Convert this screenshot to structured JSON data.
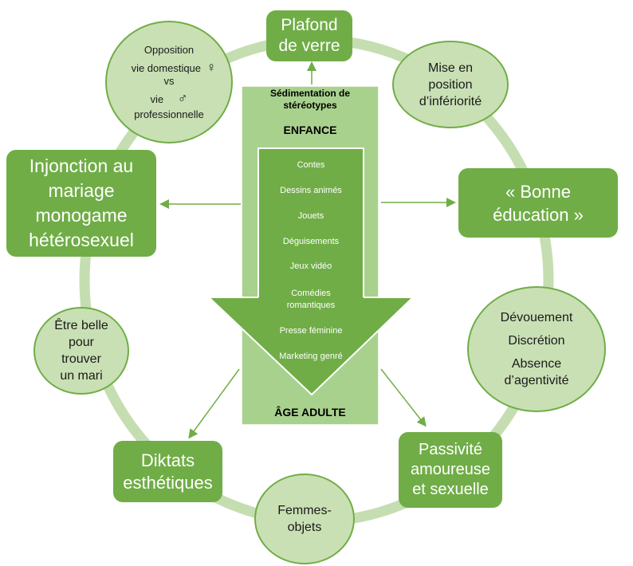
{
  "colors": {
    "box_green": "#70ad47",
    "circle_fill": "#c9e0b4",
    "ring": "#c5deb1",
    "column_fill": "#a9d18e",
    "inner_column": "#70ad47",
    "arrow_green": "#70ad47"
  },
  "center": {
    "header": "Sédimentation de stéréotypes",
    "childhood": "ENFANCE",
    "adulthood": "ÂGE ADULTE",
    "items": [
      "Contes",
      "Dessins animés",
      "Jouets",
      "Déguisements",
      "Jeux vidéo",
      "Comédies romantiques",
      "Presse féminine",
      "Marketing genré"
    ]
  },
  "boxes": {
    "plafond": "Plafond de verre",
    "injonction": "Injonction au mariage monogame hétérosexuel",
    "bonne_education": "« Bonne éducation »",
    "diktats": "Diktats esthétiques",
    "passivite": "Passivité amoureuse et sexuelle"
  },
  "circles": {
    "opposition": {
      "line1": "Opposition",
      "line2": "vie domestique",
      "line3": "vs",
      "line4": "vie",
      "line5": "professionnelle",
      "female_symbol": "♀",
      "male_symbol": "♂"
    },
    "mise_en_position": "Mise en position d’infériorité",
    "devouement": {
      "line1": "Dévouement",
      "line2": "Discrétion",
      "line3": "Absence d’agentivité"
    },
    "etre_belle": "Être belle pour trouver un mari",
    "femmes_objets": "Femmes-objets"
  }
}
